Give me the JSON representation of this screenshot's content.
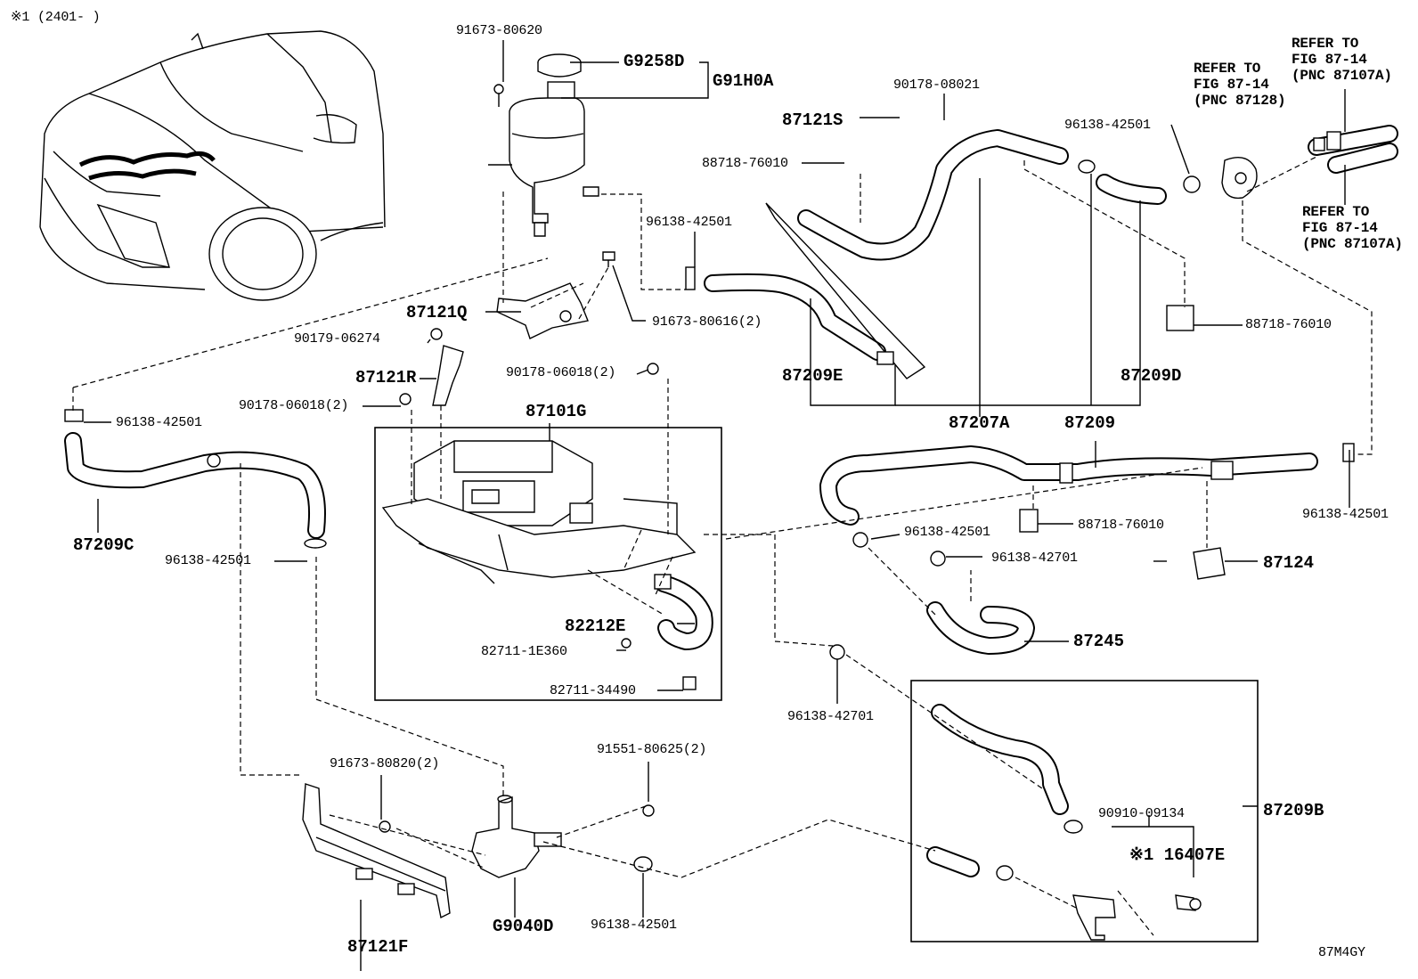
{
  "header": {
    "note": "※1 (2401-      )"
  },
  "footer": {
    "figure_code": "87M4GY"
  },
  "labels": {
    "p91673_80620": "91673-80620",
    "pG9258D": "G9258D",
    "pG91H0A": "G91H0A",
    "p90178_08021": "90178-08021",
    "p87121S": "87121S",
    "p88718_76010_a": "88718-76010",
    "p96138_42501_a": "96138-42501",
    "p96138_42501_b": "96138-42501",
    "p91673_80616": "91673-80616(2)",
    "p87121Q": "87121Q",
    "p90179_06274": "90179-06274",
    "p87121R": "87121R",
    "p90178_06018_a": "90178-06018(2)",
    "p90178_06018_b": "90178-06018(2)",
    "p87101G": "87101G",
    "p96138_42501_c": "96138-42501",
    "p87209C": "87209C",
    "p96138_42501_d": "96138-42501",
    "p87209E": "87209E",
    "p87207A": "87207A",
    "p87209": "87209",
    "p87209D": "87209D",
    "p88718_76010_b": "88718-76010",
    "p96138_42501_e": "96138-42501",
    "p88718_76010_c": "88718-76010",
    "p96138_42501_f": "96138-42501",
    "p96138_42701_a": "96138-42701",
    "p87124": "87124",
    "p87245": "87245",
    "p82212E": "82212E",
    "p82711_1E360": "82711-1E360",
    "p82711_34490": "82711-34490",
    "p96138_42701_b": "96138-42701",
    "p91673_80820": "91673-80820(2)",
    "p91551_80625": "91551-80625(2)",
    "p87121F": "87121F",
    "pG9040D": "G9040D",
    "p96138_42501_g": "96138-42501",
    "p90910_09134": "90910-09134",
    "p16407E": "※1 16407E",
    "p87209B": "87209B"
  },
  "refs": {
    "ref_87128": "REFER TO\nFIG 87-14\n(PNC 87128)",
    "ref_87107A_top": "REFER TO\nFIG 87-14\n(PNC 87107A)",
    "ref_87107A_bottom": "REFER TO\nFIG 87-14\n(PNC 87107A)"
  }
}
